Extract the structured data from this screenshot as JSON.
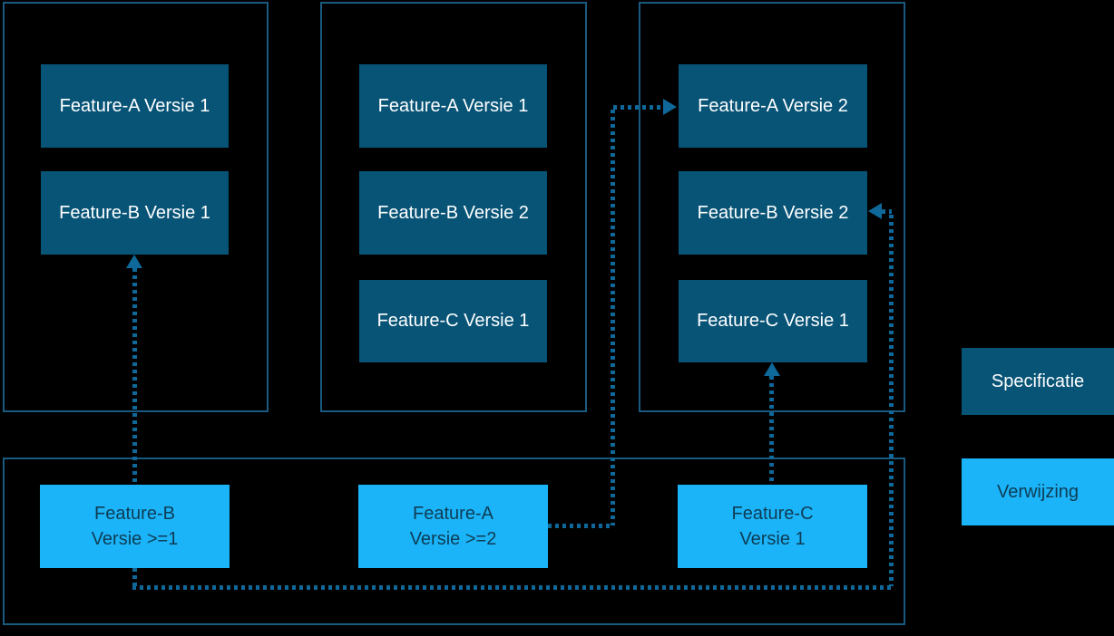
{
  "diagram": {
    "groups": [
      {
        "name": "specification-group-1",
        "specifications": [
          "Feature-A Versie 1",
          "Feature-B Versie 1"
        ]
      },
      {
        "name": "specification-group-2",
        "specifications": [
          "Feature-A Versie 1",
          "Feature-B Versie 2",
          "Feature-C Versie 1"
        ]
      },
      {
        "name": "specification-group-3",
        "specifications": [
          "Feature-A Versie 2",
          "Feature-B Versie 2",
          "Feature-C Versie 1"
        ]
      }
    ],
    "references": [
      {
        "line1": "Feature-B",
        "line2": "Versie >=1"
      },
      {
        "line1": "Feature-A",
        "line2": "Versie >=2"
      },
      {
        "line1": "Feature-C",
        "line2": "Versie 1"
      }
    ],
    "legend": {
      "specification_label": "Specificatie",
      "reference_label": "Verwijzing"
    },
    "colors": {
      "background": "#000000",
      "container_border": "#1a5a80",
      "specification_fill": "#085477",
      "specification_text": "#ffffff",
      "reference_fill": "#1bb4f8",
      "reference_text": "#0e3c55",
      "arrow": "#0f689a"
    },
    "arrows": [
      {
        "from": "Feature-B Versie >=1",
        "to": "Feature-B Versie 1 (group 1)",
        "style": "dotted"
      },
      {
        "from": "Feature-B Versie >=1",
        "to": "Feature-B Versie 2 (group 3)",
        "style": "dotted"
      },
      {
        "from": "Feature-A Versie >=2",
        "to": "Feature-A Versie 2 (group 3)",
        "style": "dotted"
      },
      {
        "from": "Feature-C Versie 1",
        "to": "Feature-C Versie 1 (group 3)",
        "style": "dotted"
      }
    ]
  }
}
